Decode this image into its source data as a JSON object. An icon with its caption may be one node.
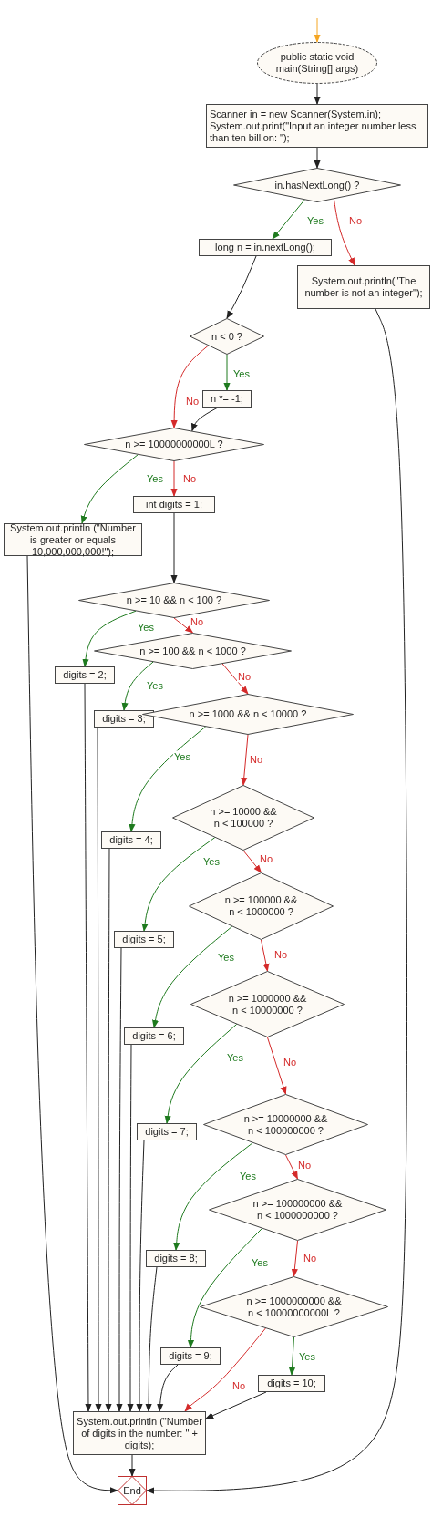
{
  "diagram": {
    "nodes": [
      {
        "text": [
          "public static void main(String[] args)"
        ]
      },
      {
        "text": [
          "Scanner in = new Scanner(System.in); System.out.print(\"Input an integer number less than ten billion: \");"
        ]
      },
      {
        "text": [
          "in.hasNextLong() ?"
        ]
      },
      {
        "text": [
          "long n = in.nextLong();"
        ]
      },
      {
        "text": [
          "System.out.println(\"The number is not an integer\");"
        ]
      },
      {
        "text": [
          "n < 0 ?"
        ]
      },
      {
        "text": [
          "n *= -1;"
        ]
      },
      {
        "text": [
          "n >= 10000000000L ?"
        ]
      },
      {
        "text": [
          "int digits = 1;"
        ]
      },
      {
        "text": [
          "System.out.println (\"Number is greater or equals 10,000,000,000!\");"
        ]
      },
      {
        "text": [
          "n >= 10 && n < 100 ?"
        ]
      },
      {
        "text": [
          "digits = 2;"
        ]
      },
      {
        "text": [
          "n >= 100 && n < 1000 ?"
        ]
      },
      {
        "text": [
          "digits = 3;"
        ]
      },
      {
        "text": [
          "n >= 1000 && n < 10000 ?"
        ]
      },
      {
        "text": [
          "digits = 4;"
        ]
      },
      {
        "text": [
          "n >= 10000 && n < 100000 ?"
        ]
      },
      {
        "text": [
          "digits = 5;"
        ]
      },
      {
        "text": [
          "n >= 100000 && n < 1000000 ?"
        ]
      },
      {
        "text": [
          "digits = 6;"
        ]
      },
      {
        "text": [
          "n >= 1000000 && n < 10000000 ?"
        ]
      },
      {
        "text": [
          "digits = 7;"
        ]
      },
      {
        "text": [
          "n >= 10000000 && n < 100000000 ?"
        ]
      },
      {
        "text": [
          "digits = 8;"
        ]
      },
      {
        "text": [
          "n >= 100000000 && n < 1000000000 ?"
        ]
      },
      {
        "text": [
          "digits = 9;"
        ]
      },
      {
        "text": [
          "n >= 1000000000 && n < 10000000000L ?"
        ]
      },
      {
        "text": [
          "digits = 10;"
        ]
      },
      {
        "text": [
          "System.out.println (\"Number of digits in the number: \" + digits);"
        ]
      },
      {
        "text": [
          "End"
        ]
      }
    ],
    "edges": [
      {
        "from": null,
        "to": 0,
        "arrow": "to",
        "color": "#f5a623"
      },
      {
        "from": 0,
        "to": 1,
        "arrow": "to"
      },
      {
        "from": 1,
        "to": 2,
        "arrow": "to"
      },
      {
        "from": 2,
        "to": 3,
        "arrow": "to",
        "label": "Yes",
        "color": "#1e7a1e"
      },
      {
        "from": 2,
        "to": 4,
        "arrow": "to",
        "label": "No",
        "color": "#d42a2a"
      },
      {
        "from": 3,
        "to": 5,
        "arrow": "to"
      },
      {
        "from": 5,
        "to": 6,
        "arrow": "to",
        "label": "Yes",
        "color": "#1e7a1e"
      },
      {
        "from": 5,
        "to": 7,
        "arrow": "to",
        "label": "No",
        "color": "#d42a2a"
      },
      {
        "from": 6,
        "to": 7,
        "arrow": "to"
      },
      {
        "from": 7,
        "to": 9,
        "arrow": "to",
        "label": "Yes",
        "color": "#1e7a1e"
      },
      {
        "from": 7,
        "to": 8,
        "arrow": "to",
        "label": "No",
        "color": "#d42a2a"
      },
      {
        "from": 8,
        "to": 10,
        "arrow": "to"
      },
      {
        "from": 10,
        "to": 11,
        "arrow": "to",
        "label": "Yes",
        "color": "#1e7a1e"
      },
      {
        "from": 10,
        "to": 12,
        "arrow": "to",
        "label": "No",
        "color": "#d42a2a"
      },
      {
        "from": 12,
        "to": 13,
        "arrow": "to",
        "label": "Yes",
        "color": "#1e7a1e"
      },
      {
        "from": 12,
        "to": 14,
        "arrow": "to",
        "label": "No",
        "color": "#d42a2a"
      },
      {
        "from": 14,
        "to": 15,
        "arrow": "to",
        "label": "Yes",
        "color": "#1e7a1e"
      },
      {
        "from": 14,
        "to": 16,
        "arrow": "to",
        "label": "No",
        "color": "#d42a2a"
      },
      {
        "from": 16,
        "to": 17,
        "arrow": "to",
        "label": "Yes",
        "color": "#1e7a1e"
      },
      {
        "from": 16,
        "to": 18,
        "arrow": "to",
        "label": "No",
        "color": "#d42a2a"
      },
      {
        "from": 18,
        "to": 19,
        "arrow": "to",
        "label": "Yes",
        "color": "#1e7a1e"
      },
      {
        "from": 18,
        "to": 20,
        "arrow": "to",
        "label": "No",
        "color": "#d42a2a"
      },
      {
        "from": 20,
        "to": 21,
        "arrow": "to",
        "label": "Yes",
        "color": "#1e7a1e"
      },
      {
        "from": 20,
        "to": 22,
        "arrow": "to",
        "label": "No",
        "color": "#d42a2a"
      },
      {
        "from": 22,
        "to": 23,
        "arrow": "to",
        "label": "Yes",
        "color": "#1e7a1e"
      },
      {
        "from": 22,
        "to": 24,
        "arrow": "to",
        "label": "No",
        "color": "#d42a2a"
      },
      {
        "from": 24,
        "to": 25,
        "arrow": "to",
        "label": "Yes",
        "color": "#1e7a1e"
      },
      {
        "from": 24,
        "to": 26,
        "arrow": "to",
        "label": "No",
        "color": "#d42a2a"
      },
      {
        "from": 26,
        "to": 27,
        "arrow": "to",
        "label": "Yes",
        "color": "#1e7a1e"
      },
      {
        "from": 26,
        "to": 28,
        "arrow": "to",
        "label": "No",
        "color": "#d42a2a"
      },
      {
        "from": 27,
        "to": 28,
        "arrow": "to"
      },
      {
        "from": 11,
        "to": 28,
        "arrow": "to"
      },
      {
        "from": 13,
        "to": 28,
        "arrow": "to"
      },
      {
        "from": 15,
        "to": 28,
        "arrow": "to"
      },
      {
        "from": 17,
        "to": 28,
        "arrow": "to"
      },
      {
        "from": 19,
        "to": 28,
        "arrow": "to"
      },
      {
        "from": 21,
        "to": 28,
        "arrow": "to"
      },
      {
        "from": 23,
        "to": 28,
        "arrow": "to"
      },
      {
        "from": 25,
        "to": 28,
        "arrow": "to"
      },
      {
        "from": 9,
        "to": 29,
        "arrow": "to"
      },
      {
        "from": 28,
        "to": 29,
        "arrow": "to"
      },
      {
        "from": 4,
        "to": 29,
        "arrow": "to"
      }
    ]
  }
}
